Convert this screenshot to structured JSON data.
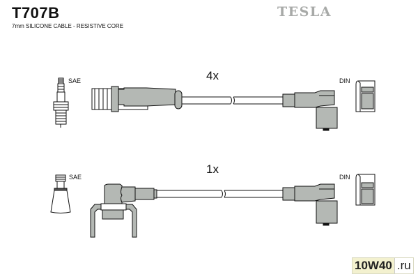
{
  "header": {
    "part_code": "T707B",
    "subtitle": "7mm SILICONE CABLE - RESISTIVE CORE",
    "brand": "TESLA"
  },
  "leads": [
    {
      "quantity": "4x",
      "left_connector_label": "SAE",
      "right_connector_label": "DIN",
      "left_boot": "straight",
      "right_boot": "90-degree"
    },
    {
      "quantity": "1x",
      "left_connector_label": "SAE",
      "right_connector_label": "DIN",
      "left_boot": "90-degree",
      "right_boot": "90-degree"
    }
  ],
  "watermark": {
    "part1": "10W40",
    "part2": ".ru"
  },
  "colors": {
    "boot_fill": "#b4b8b4",
    "outline": "#111111",
    "brand_gray": "#a8aaa8"
  }
}
